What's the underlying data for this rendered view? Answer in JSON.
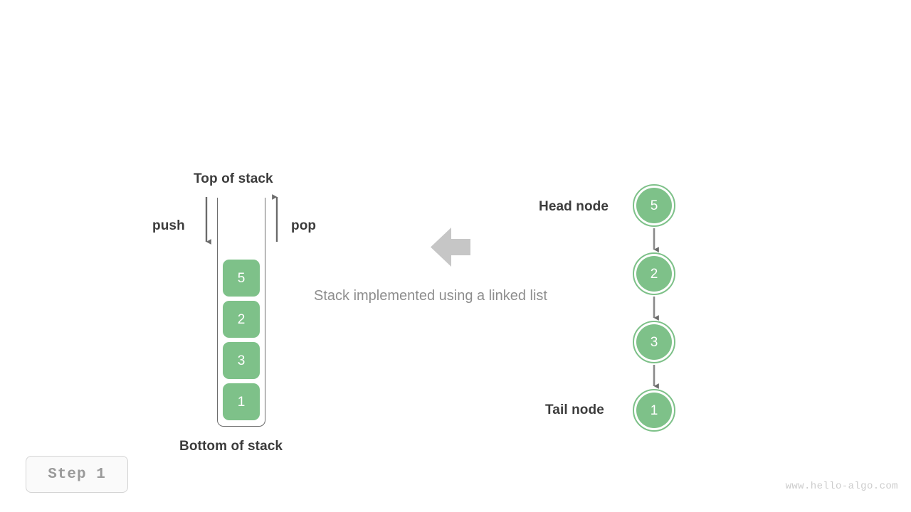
{
  "meta": {
    "background_color": "#ffffff",
    "accent_green": "#7ec189",
    "arrow_gray": "#6b6b6b",
    "block_arrow_gray": "#c6c6c6",
    "text_dark": "#3c3c3c",
    "text_muted": "#8d8d8d",
    "watermark_color": "#cccccc"
  },
  "stack_panel": {
    "top_label": "Top of stack",
    "bottom_label": "Bottom of stack",
    "push_label": "push",
    "pop_label": "pop",
    "push_icon": "arrow-down-icon",
    "pop_icon": "arrow-up-icon",
    "boxes": [
      {
        "value": "5"
      },
      {
        "value": "2"
      },
      {
        "value": "3"
      },
      {
        "value": "1"
      }
    ]
  },
  "center": {
    "arrow_icon": "block-arrow-left-icon",
    "caption": "Stack implemented using a linked list"
  },
  "linked_list_panel": {
    "head_label": "Head node",
    "tail_label": "Tail node",
    "link_icon": "arrow-down-icon",
    "nodes": [
      {
        "value": "5"
      },
      {
        "value": "2"
      },
      {
        "value": "3"
      },
      {
        "value": "1"
      }
    ]
  },
  "footer": {
    "step_label": "Step  1",
    "watermark": "www.hello-algo.com"
  }
}
